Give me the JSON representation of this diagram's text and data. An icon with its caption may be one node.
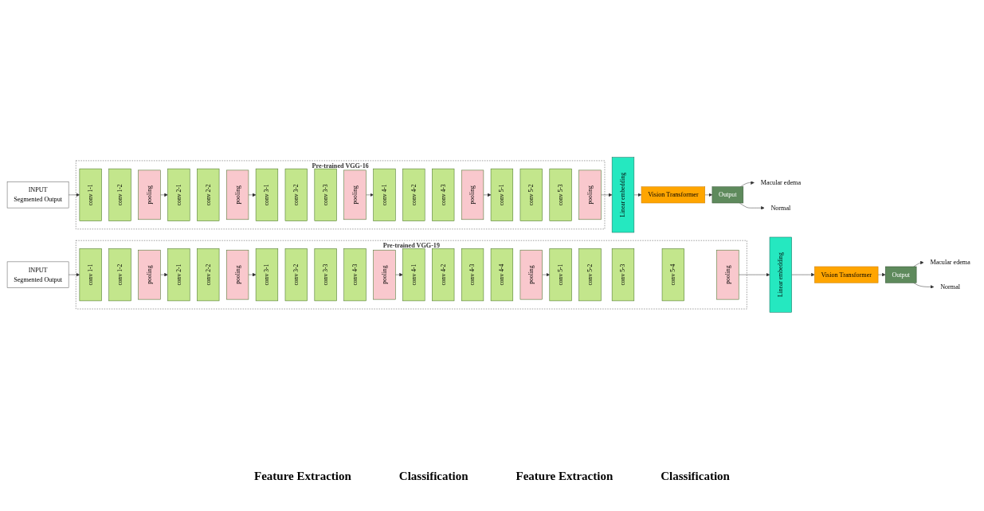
{
  "diagram": {
    "nodes": [
      {
        "text": [
          "INPUT",
          "Segmented Output"
        ]
      },
      {
        "text": [
          "Pre-trained VGG-16"
        ]
      },
      {
        "text": [
          "conv 1-1"
        ],
        "in": 1
      },
      {
        "text": [
          "conv 1-2"
        ],
        "in": 1
      },
      {
        "text": [
          "pooling"
        ],
        "in": 1
      },
      {
        "text": [
          "conv 2-1"
        ],
        "in": 1
      },
      {
        "text": [
          "conv 2-2"
        ],
        "in": 1
      },
      {
        "text": [
          "pooling"
        ],
        "in": 1
      },
      {
        "text": [
          "conv 3-1"
        ],
        "in": 1
      },
      {
        "text": [
          "conv 3-2"
        ],
        "in": 1
      },
      {
        "text": [
          "conv 3-3"
        ],
        "in": 1
      },
      {
        "text": [
          "pooling"
        ],
        "in": 1
      },
      {
        "text": [
          "conv 4-1"
        ],
        "in": 1
      },
      {
        "text": [
          "conv 4-2"
        ],
        "in": 1
      },
      {
        "text": [
          "conv 4-3"
        ],
        "in": 1
      },
      {
        "text": [
          "pooling"
        ],
        "in": 1
      },
      {
        "text": [
          "conv 5-1"
        ],
        "in": 1
      },
      {
        "text": [
          "conv 5-2"
        ],
        "in": 1
      },
      {
        "text": [
          "conv 5-3"
        ],
        "in": 1
      },
      {
        "text": [
          "pooling"
        ],
        "in": 1
      },
      {
        "text": [
          "Linear embedding"
        ]
      },
      {
        "text": [
          "Vision Transformer"
        ]
      },
      {
        "text": [
          "Output"
        ]
      },
      {
        "text": [
          "Macular edema"
        ]
      },
      {
        "text": [
          "Normal"
        ]
      },
      {
        "text": [
          "INPUT",
          "Segmented Output"
        ]
      },
      {
        "text": [
          "Pre-trained VGG-19"
        ]
      },
      {
        "text": [
          "conv 1-1"
        ],
        "in": 26
      },
      {
        "text": [
          "conv 1-2"
        ],
        "in": 26
      },
      {
        "text": [
          "pooling"
        ],
        "in": 26
      },
      {
        "text": [
          "conv 2-1"
        ],
        "in": 26
      },
      {
        "text": [
          "conv 2-2"
        ],
        "in": 26
      },
      {
        "text": [
          "pooling"
        ],
        "in": 26
      },
      {
        "text": [
          "conv 3-1"
        ],
        "in": 26
      },
      {
        "text": [
          "conv 3-2"
        ],
        "in": 26
      },
      {
        "text": [
          "conv 3-3"
        ],
        "in": 26
      },
      {
        "text": [
          "conv 4-3"
        ],
        "in": 26
      },
      {
        "text": [
          "pooling"
        ],
        "in": 26
      },
      {
        "text": [
          "conv 4-1"
        ],
        "in": 26
      },
      {
        "text": [
          "conv 4-2"
        ],
        "in": 26
      },
      {
        "text": [
          "conv 4-3"
        ],
        "in": 26
      },
      {
        "text": [
          "conv 4-4"
        ],
        "in": 26
      },
      {
        "text": [
          "pooling"
        ],
        "in": 26
      },
      {
        "text": [
          "conv 5-1"
        ],
        "in": 26
      },
      {
        "text": [
          "conv 5-2"
        ],
        "in": 26
      },
      {
        "text": [
          "conv 5-3"
        ],
        "in": 26
      },
      {
        "text": [
          "conv 5-4"
        ],
        "in": 26
      },
      {
        "text": [
          "pooling"
        ],
        "in": 26
      },
      {
        "text": [
          "Linear embedding"
        ]
      },
      {
        "text": [
          "Vision Transformer"
        ]
      },
      {
        "text": [
          "Output"
        ]
      },
      {
        "text": [
          "Macular edema"
        ]
      },
      {
        "text": [
          "Normal"
        ]
      }
    ],
    "edges": [
      {
        "from": 0,
        "to": 2,
        "arrow": "to"
      },
      {
        "from": 4,
        "to": 5,
        "arrow": "to"
      },
      {
        "from": 7,
        "to": 8,
        "arrow": "to"
      },
      {
        "from": 11,
        "to": 12,
        "arrow": "to"
      },
      {
        "from": 15,
        "to": 16,
        "arrow": "to"
      },
      {
        "from": 19,
        "to": 20,
        "arrow": "to"
      },
      {
        "from": 20,
        "to": 21,
        "arrow": "to"
      },
      {
        "from": 21,
        "to": 22,
        "arrow": "to"
      },
      {
        "from": 22,
        "to": 23,
        "arrow": "to"
      },
      {
        "from": 22,
        "to": 24,
        "arrow": "to"
      },
      {
        "from": 25,
        "to": 27,
        "arrow": "to"
      },
      {
        "from": 29,
        "to": 30,
        "arrow": "to"
      },
      {
        "from": 32,
        "to": 33,
        "arrow": "to"
      },
      {
        "from": 37,
        "to": 38,
        "arrow": "to"
      },
      {
        "from": 42,
        "to": 43,
        "arrow": "to"
      },
      {
        "from": 47,
        "to": 48,
        "arrow": "to"
      },
      {
        "from": 48,
        "to": 49,
        "arrow": "to"
      },
      {
        "from": 49,
        "to": 50,
        "arrow": "to"
      },
      {
        "from": 50,
        "to": 51,
        "arrow": "to"
      },
      {
        "from": 50,
        "to": 52,
        "arrow": "to"
      }
    ],
    "labels": [
      "Feature Extraction",
      "Classification",
      "Feature Extraction",
      "Classification"
    ]
  }
}
